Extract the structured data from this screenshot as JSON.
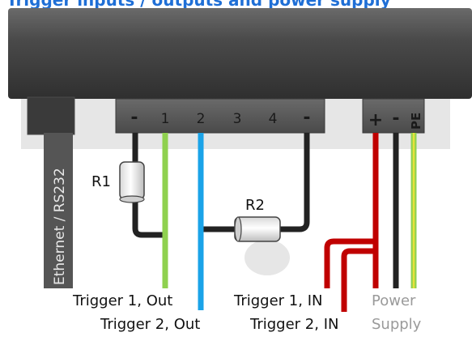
{
  "header": {
    "title": "Trigger inputs / outputs and power supply"
  },
  "device": {
    "port_label": "Ethernet / RS232",
    "io_terminals": [
      "-",
      "1",
      "2",
      "3",
      "4",
      "-"
    ],
    "power_terminals": [
      "+",
      "-",
      "PE"
    ]
  },
  "components": {
    "r1": "R1",
    "r2": "R2"
  },
  "labels": {
    "trigger1_out": "Trigger 1, Out",
    "trigger2_out": "Trigger 2, Out",
    "trigger1_in": "Trigger 1, IN",
    "trigger2_in": "Trigger 2, IN",
    "power": "Power",
    "supply": "Supply"
  },
  "colors": {
    "title": "#1f6fd6",
    "wire_green": "#8fd14f",
    "wire_blue": "#1aa3e8",
    "wire_red": "#c00000",
    "wire_black": "#222222",
    "terminal_block": "#555555",
    "housing": "#3c3c3c"
  }
}
